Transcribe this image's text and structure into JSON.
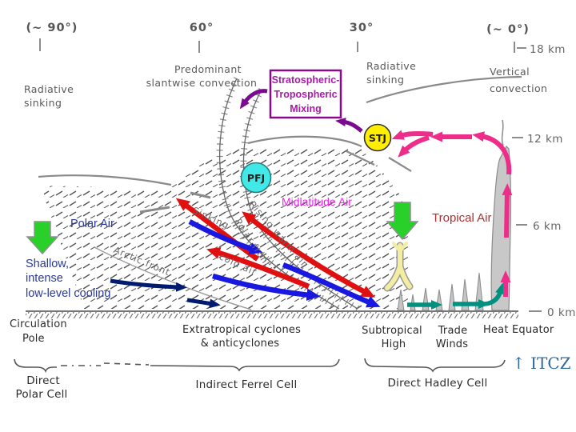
{
  "latitude_axis": {
    "pole": "(~ 90°)",
    "sixty": "60°",
    "thirty": "30°",
    "equator": "(~ 0°)"
  },
  "altitude_axis": {
    "km18": "18 km",
    "km12": "12 km",
    "km6": "6 km",
    "km0": "0 km"
  },
  "upper_labels": {
    "radiative_sinking_left": {
      "line1": "Radiative",
      "line2": "sinking"
    },
    "slantwise": {
      "line1": "Predominant",
      "line2": "slantwise convection"
    },
    "mixing_box": {
      "line1": "Stratospheric-",
      "line2": "Tropospheric",
      "line3": "Mixing"
    },
    "radiative_sinking_right": {
      "line1": "Radiative",
      "line2": "sinking"
    },
    "vertical_convection": {
      "line1": "Vertical",
      "line2": "convection"
    }
  },
  "jets": {
    "subtropical": "STJ",
    "polar_front": "PFJ"
  },
  "air_masses": {
    "polar": "Polar Air",
    "midlatitude": "Midlatitude Air",
    "tropical": "Tropical Air"
  },
  "flow_labels": {
    "sinking": "Sinking",
    "cold_air": "cold air",
    "rising_warm_air": "Rising warm air",
    "arctic_front": "Arctic  front",
    "polar_front": "Polar  front",
    "shallow_cooling": {
      "line1": "Shallow,",
      "line2": "intense",
      "line3": "low-level cooling"
    }
  },
  "surface_labels": {
    "circulation_pole": {
      "line1": "Circulation",
      "line2": "Pole"
    },
    "extratropical": {
      "line1": "Extratropical cyclones",
      "line2": "& anticyclones"
    },
    "subtropical_high": {
      "line1": "Subtropical",
      "line2": "High"
    },
    "trade_winds": {
      "line1": "Trade",
      "line2": "Winds"
    },
    "heat_equator": "Heat Equator"
  },
  "circulation_cells": {
    "polar": {
      "line1": "Direct",
      "line2": "Polar Cell"
    },
    "ferrel": "Indirect Ferrel Cell",
    "hadley": "Direct Hadley Cell"
  },
  "itcz_label": "↑ ITCZ",
  "colors": {
    "warm_flow_red": "#e01010",
    "cold_flow_blue": "#1818e0",
    "arctic_flow_navy": "#001a70",
    "trade_wind_teal": "#009080",
    "hadley_pink": "#ee2d8a",
    "mixing_purple": "#7a0a8e",
    "subsidence_green": "#2ad02a",
    "stj_yellow": "#ffee00",
    "pfj_cyan": "#40e8e8",
    "midlatitude_magenta": "#f020f0",
    "mixing_box_purple": "#8a0a8a",
    "polar_air_blue": "#2a3a9a",
    "tropical_air_red": "#b03030",
    "itcz_blue": "#2d6a9a",
    "figure_gray": "#5a5a5a"
  }
}
